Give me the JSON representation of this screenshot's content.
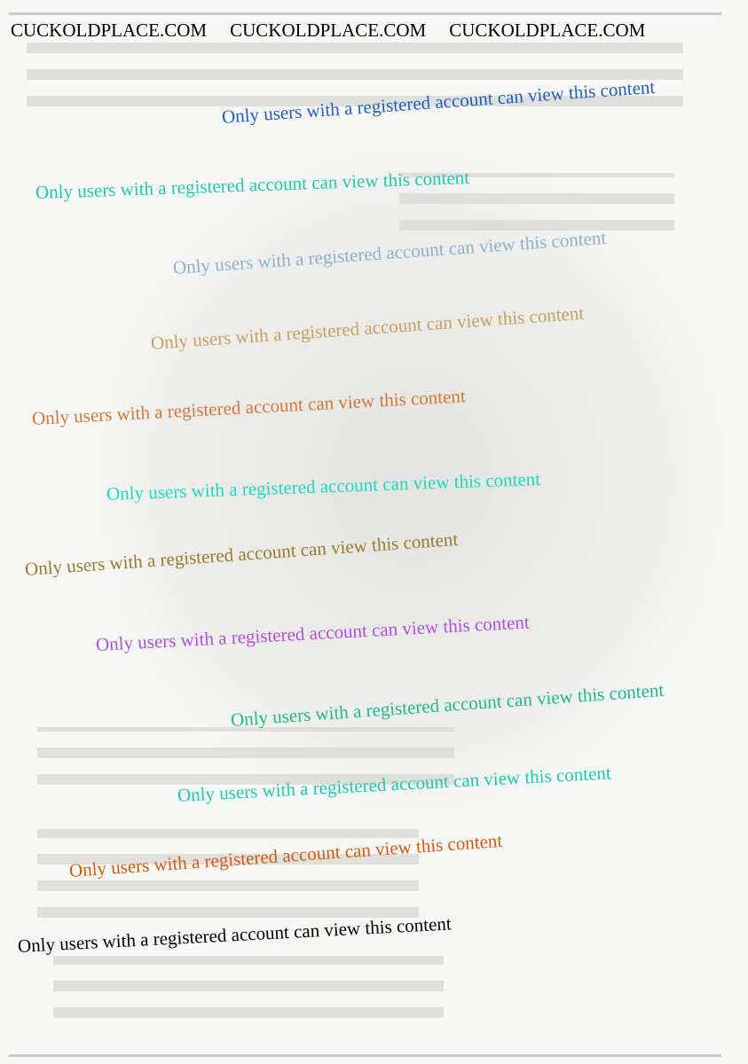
{
  "site_watermarks": [
    "CUCKOLDPLACE.COM",
    "CUCKOLDPLACE.COM",
    "CUCKOLDPLACE.COM"
  ],
  "notices": [
    {
      "text": "Only users with a registered account can view this content",
      "color": "#1f5fc4"
    },
    {
      "text": "Only users with a registered account can view this content",
      "color": "#1ec9b0"
    },
    {
      "text": "Only users with a registered account can view this content",
      "color": "#8fb0c8"
    },
    {
      "text": "Only users with a registered account can view this content",
      "color": "#c8a060"
    },
    {
      "text": "Only users with a registered account can view this content",
      "color": "#d4783a"
    },
    {
      "text": "Only users with a registered account can view this content",
      "color": "#1ed8c0"
    },
    {
      "text": "Only users with a registered account can view this content",
      "color": "#9a7a30"
    },
    {
      "text": "Only users with a registered account can view this content",
      "color": "#b050e0"
    },
    {
      "text": "Only users with a registered account can view this content",
      "color": "#20b890"
    },
    {
      "text": "Only users with a registered account can view this content",
      "color": "#1ec9b0"
    },
    {
      "text": "Only users with a registered account can view this content",
      "color": "#d85a10"
    },
    {
      "text": "Only users with a registered account can view this content",
      "color": "#000000"
    }
  ]
}
